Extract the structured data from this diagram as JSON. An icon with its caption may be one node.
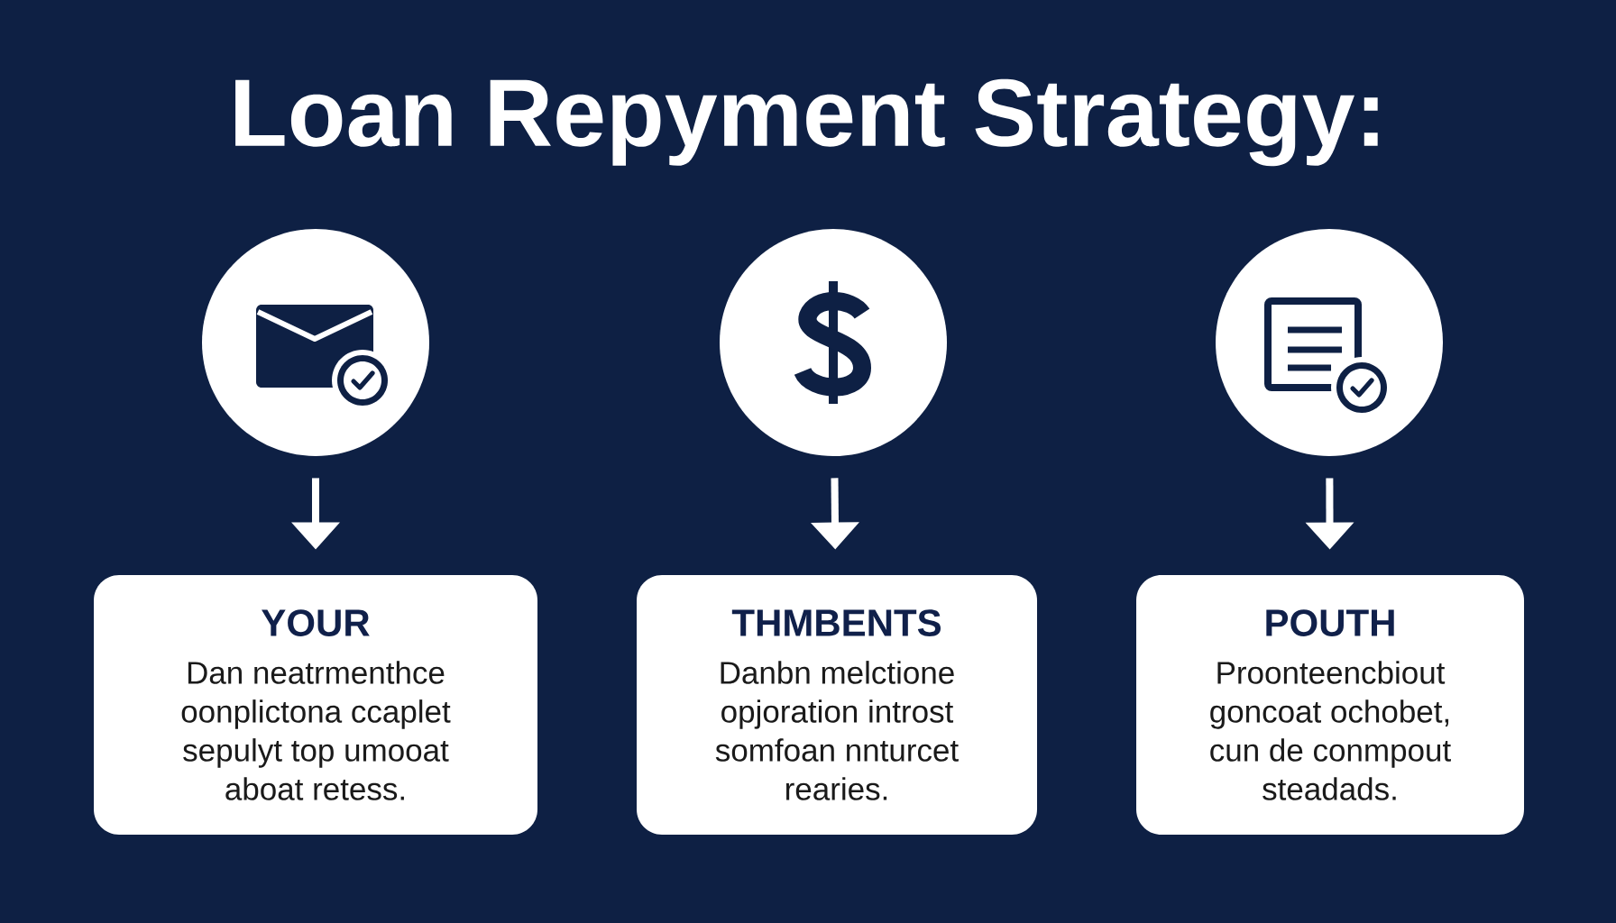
{
  "diagram": {
    "title": "Loan Repyment Strategy:",
    "nodes": [
      {
        "text": [],
        "shape": "circle"
      },
      {
        "text": [
          "YOUR",
          "Dan neatrmenthce oonplictona ccaplet sepulyt top umooat aboat retess."
        ]
      },
      {
        "text": [],
        "shape": "circle"
      },
      {
        "text": [
          "THMBENTS",
          "Danbn melctione opjoration introst somfoan nnturcet rearies."
        ]
      },
      {
        "text": [],
        "shape": "circle"
      },
      {
        "text": [
          "POUTH",
          "Proonteencbiout goncoat ochobet, cun de conmpout steadads."
        ]
      }
    ],
    "edges": [
      {
        "from": 0,
        "to": 1,
        "arrow": "to"
      },
      {
        "from": 2,
        "to": 3,
        "arrow": "to"
      },
      {
        "from": 4,
        "to": 5,
        "arrow": "to"
      }
    ]
  }
}
